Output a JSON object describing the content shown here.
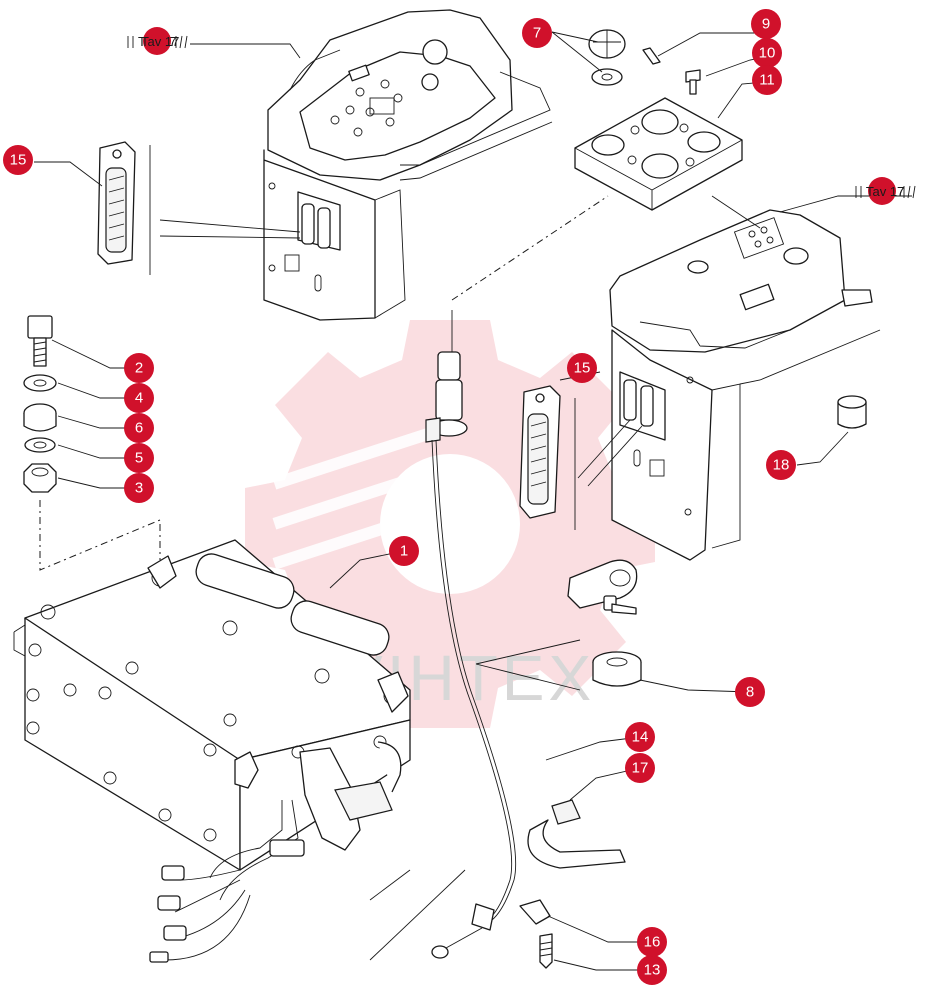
{
  "colors": {
    "accent": "#d0112b",
    "watermark": "#f2a0a8"
  },
  "watermark": {
    "brand": "VIHTEX",
    "icon": "gear-logo"
  },
  "references": {
    "tav_top": "Tav 17",
    "tav_right": "Tav 17"
  },
  "callouts": [
    {
      "id": "c1",
      "label": "1"
    },
    {
      "id": "c2",
      "label": "2"
    },
    {
      "id": "c3",
      "label": "3"
    },
    {
      "id": "c4",
      "label": "4"
    },
    {
      "id": "c5",
      "label": "5"
    },
    {
      "id": "c6",
      "label": "6"
    },
    {
      "id": "c7",
      "label": "7"
    },
    {
      "id": "c8",
      "label": "8"
    },
    {
      "id": "c9",
      "label": "9"
    },
    {
      "id": "c10",
      "label": "10"
    },
    {
      "id": "c11",
      "label": "11"
    },
    {
      "id": "c13",
      "label": "13"
    },
    {
      "id": "c14",
      "label": "14"
    },
    {
      "id": "c15a",
      "label": "15"
    },
    {
      "id": "c15b",
      "label": "15"
    },
    {
      "id": "c16",
      "label": "16"
    },
    {
      "id": "c17",
      "label": "17"
    },
    {
      "id": "c18",
      "label": "18"
    }
  ]
}
